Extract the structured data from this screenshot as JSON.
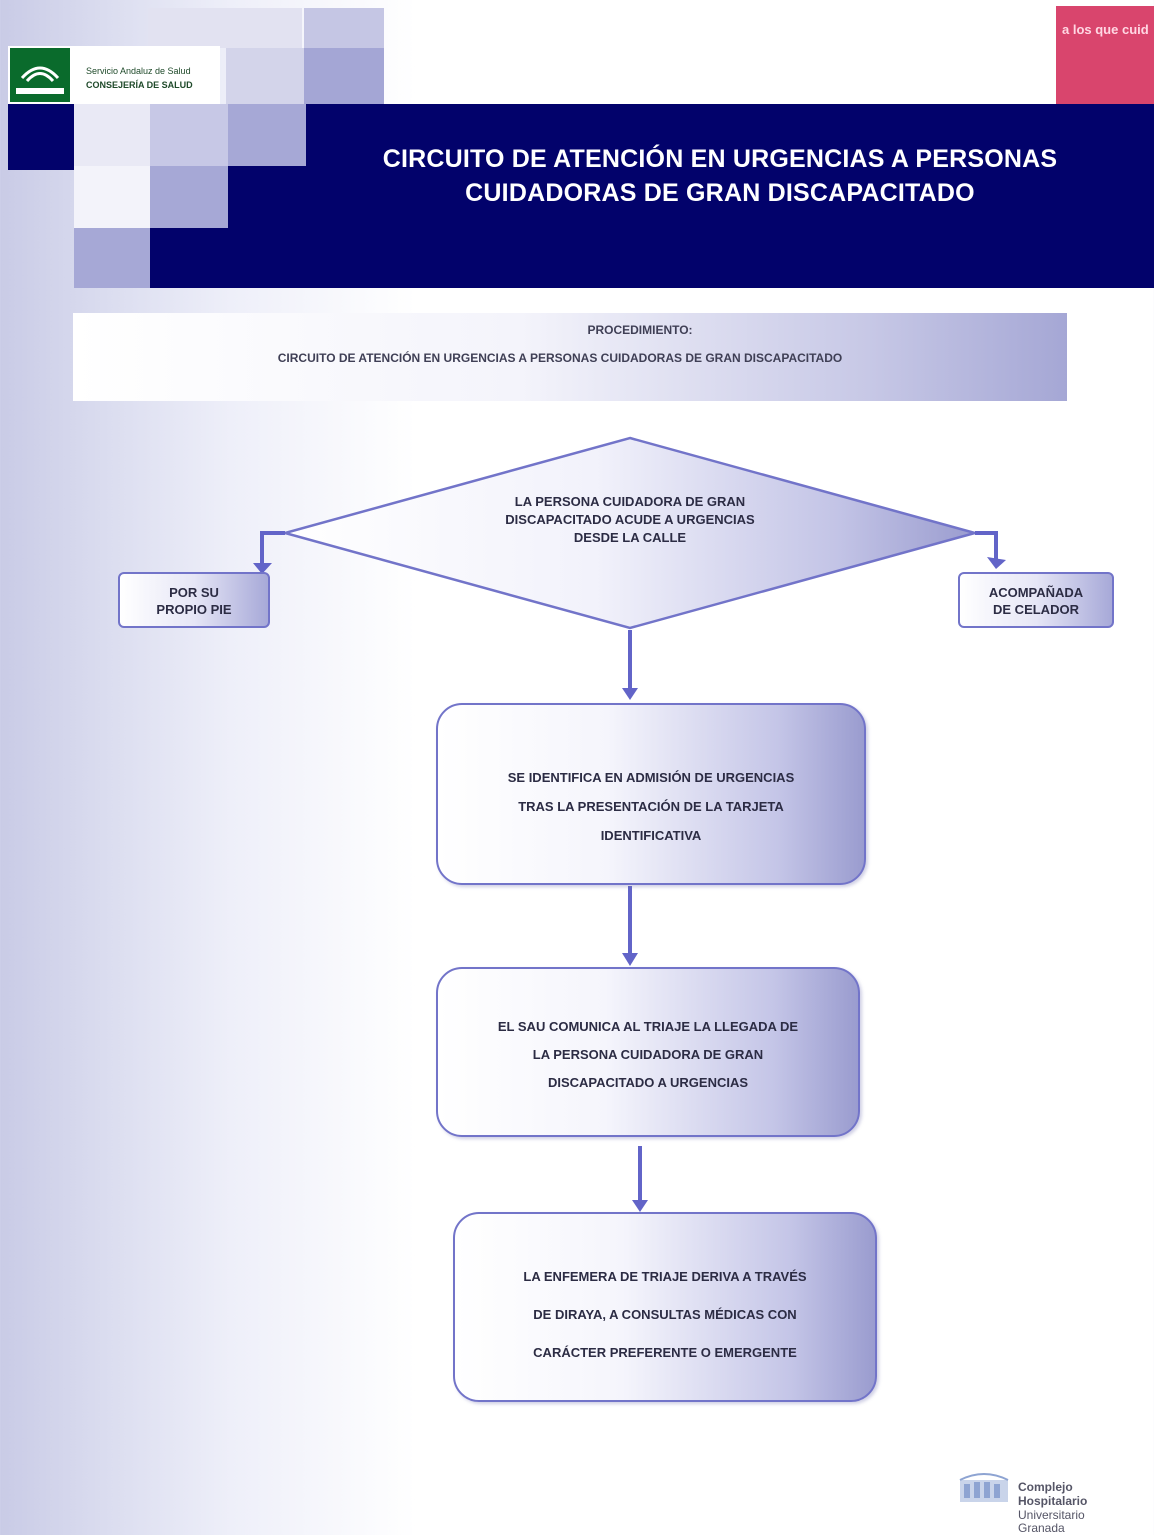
{
  "header": {
    "logo_line1": "Servicio Andaluz de Salud",
    "logo_line2": "CONSEJERÍA DE SALUD",
    "corner_text": "a los que cuid",
    "title_line1": "CIRCUITO DE ATENCIÓN EN URGENCIAS A PERSONAS",
    "title_line2": "CUIDADORAS DE GRAN DISCAPACITADO"
  },
  "procedure": {
    "label": "PROCEDIMIENTO:",
    "text": "CIRCUITO DE ATENCIÓN EN URGENCIAS A PERSONAS CUIDADORAS DE GRAN DISCAPACITADO"
  },
  "flow": {
    "decision": {
      "line1": "LA PERSONA CUIDADORA DE GRAN",
      "line2": "DISCAPACITADO ACUDE A URGENCIAS",
      "line3": "DESDE LA CALLE"
    },
    "left_option": {
      "line1": "POR SU",
      "line2": "PROPIO PIE"
    },
    "right_option": {
      "line1": "ACOMPAÑADA",
      "line2": "DE CELADOR"
    },
    "step1": {
      "line1": "SE IDENTIFICA EN ADMISIÓN DE URGENCIAS",
      "line2": "TRAS LA PRESENTACIÓN DE LA TARJETA",
      "line3": "IDENTIFICATIVA"
    },
    "step2": {
      "line1": "EL SAU COMUNICA AL TRIAJE LA LLEGADA DE",
      "line2": "LA PERSONA CUIDADORA DE GRAN",
      "line3": "DISCAPACITADO A  URGENCIAS"
    },
    "step3": {
      "line1": "LA ENFEMERA DE TRIAJE DERIVA A TRAVÉS",
      "line2": "DE DIRAYA, A CONSULTAS MÉDICAS CON",
      "line3": "CARÁCTER PREFERENTE O EMERGENTE"
    }
  },
  "footer": {
    "line1": "Complejo",
    "line2": "Hospitalario",
    "line3": "Universitario",
    "line4": "Granada"
  },
  "colors": {
    "navy": "#02026b",
    "node_border": "#7274c9",
    "arrow": "#6264c8"
  }
}
